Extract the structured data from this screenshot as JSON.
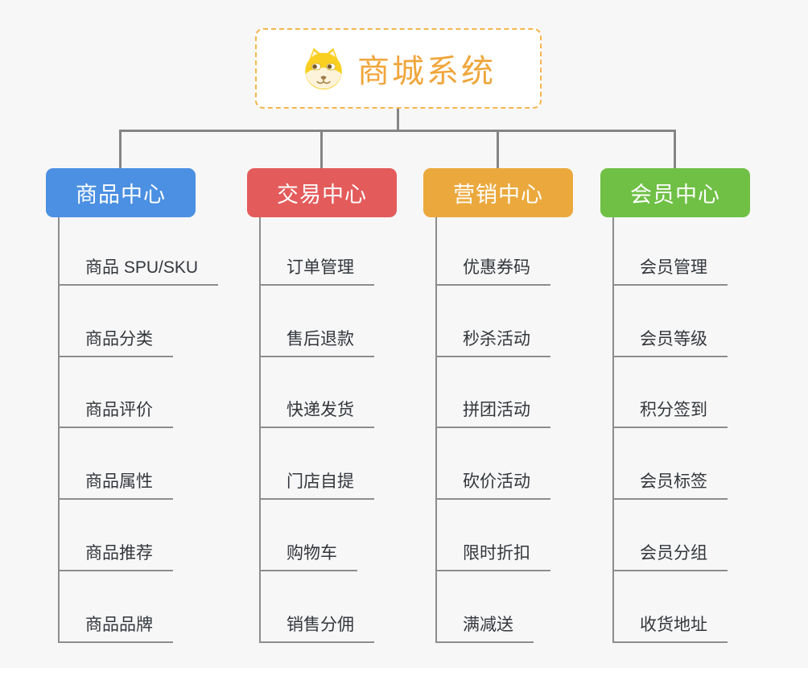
{
  "canvas": {
    "background_color": "#f7f7f7",
    "connector_color": "#858585",
    "underline_color": "#8d8d8d",
    "topic_text_color": "#33373c"
  },
  "root": {
    "title": "商城系统",
    "icon": "dog-face-icon",
    "title_color": "#f0a63c",
    "border_color": "#f5b54e"
  },
  "branches": [
    {
      "label": "商品中心",
      "color": "#4b90e2",
      "children": [
        "商品 SPU/SKU",
        "商品分类",
        "商品评价",
        "商品属性",
        "商品推荐",
        "商品品牌"
      ]
    },
    {
      "label": "交易中心",
      "color": "#e45b5b",
      "children": [
        "订单管理",
        "售后退款",
        "快递发货",
        "门店自提",
        "购物车",
        "销售分佣"
      ]
    },
    {
      "label": "营销中心",
      "color": "#eba93d",
      "children": [
        "优惠券码",
        "秒杀活动",
        "拼团活动",
        "砍价活动",
        "限时折扣",
        "满减送"
      ]
    },
    {
      "label": "会员中心",
      "color": "#6fc045",
      "children": [
        "会员管理",
        "会员等级",
        "积分签到",
        "会员标签",
        "会员分组",
        "收货地址"
      ]
    }
  ]
}
